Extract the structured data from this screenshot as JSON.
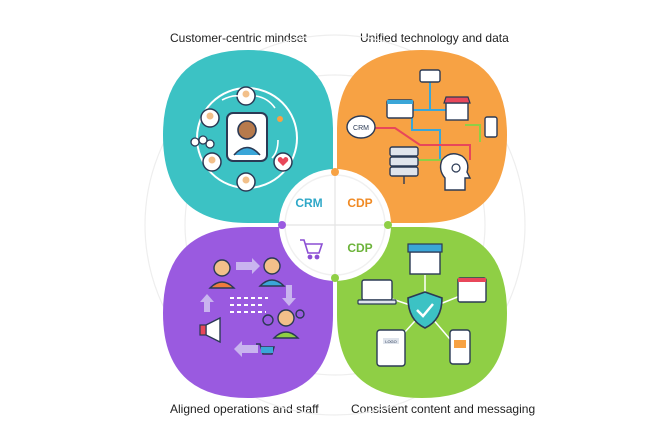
{
  "labels": {
    "top_left": "Customer-centric mindset",
    "top_right": "Unified technology and data",
    "bottom_left": "Aligned operations and staff",
    "bottom_right": "Consistent content and messaging"
  },
  "center": {
    "crm": "CRM",
    "cdp_top": "CDP",
    "cdp_bottom": "CDP"
  },
  "icon_text": {
    "crm_bubble": "CRM",
    "logo_box": "LOGO"
  },
  "colors": {
    "teal": "#3cc2c4",
    "orange": "#f7a244",
    "purple": "#9a5ae0",
    "green": "#8fcf45",
    "navy": "#2b3a55",
    "crm_text": "#2fa8c8",
    "cdp_text": "#f08a24",
    "cdp2_text": "#6cb33a"
  }
}
